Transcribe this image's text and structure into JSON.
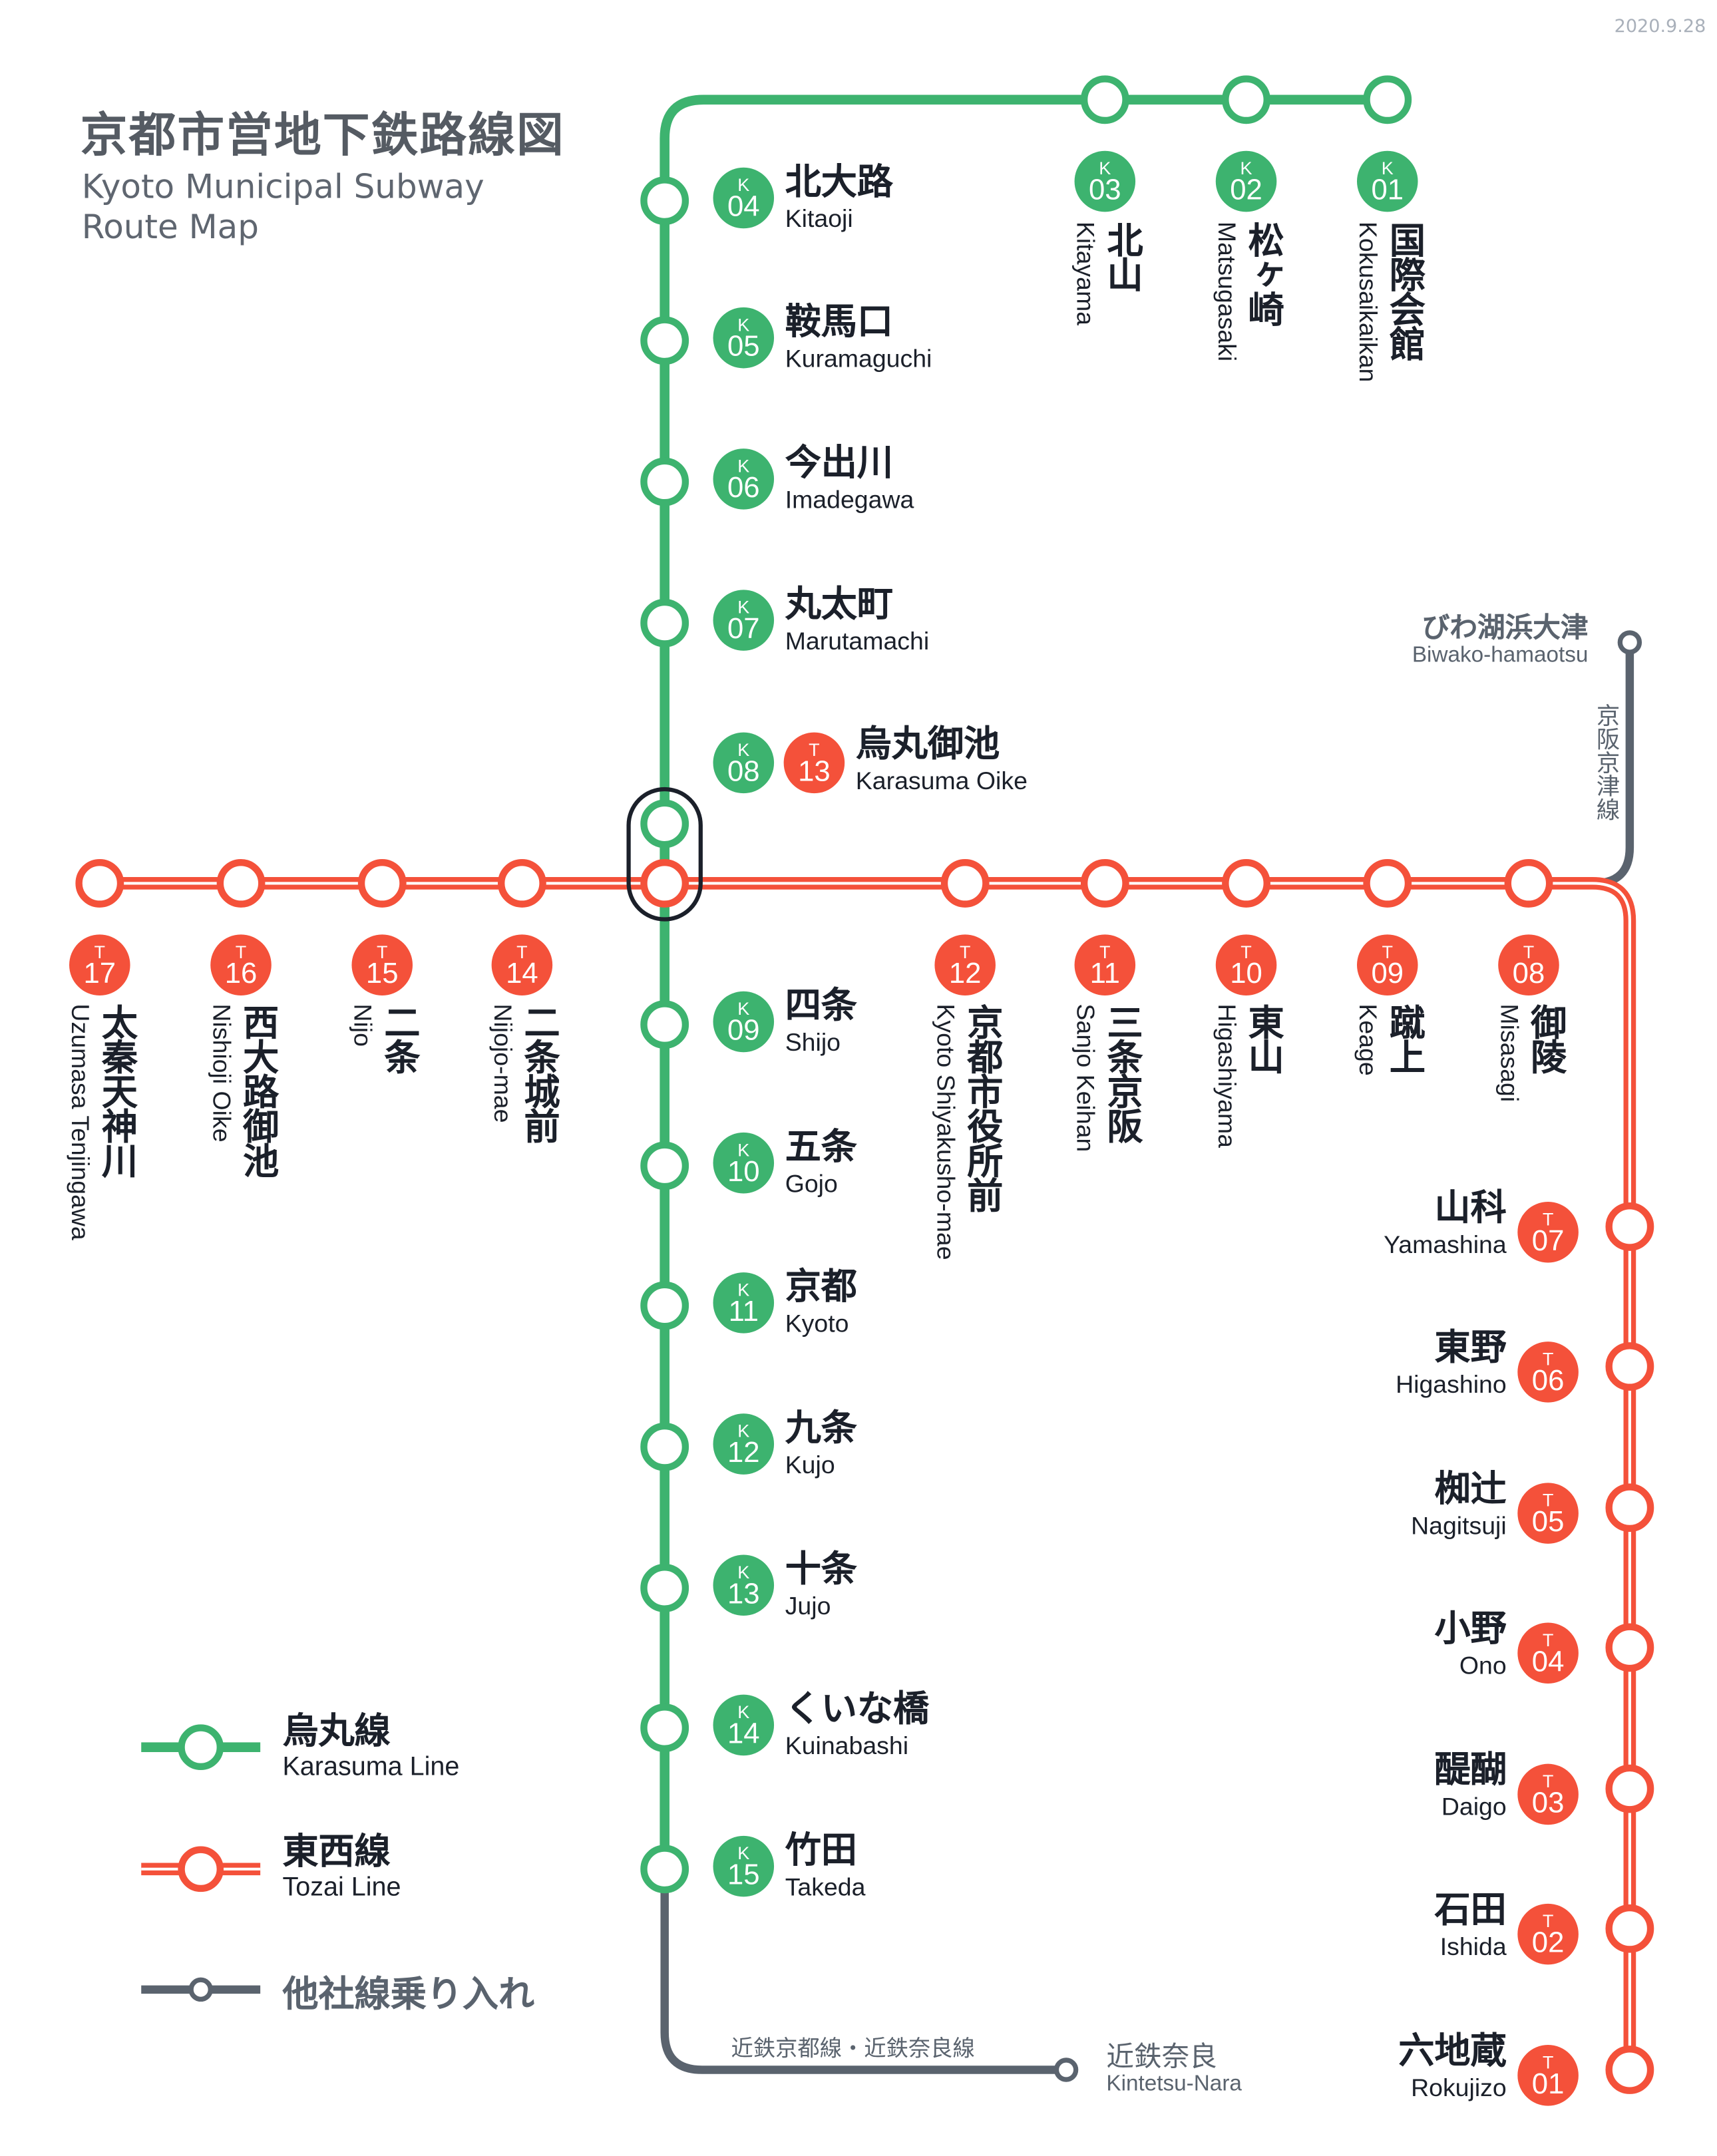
{
  "date": "2020.9.28",
  "title": "京都市営地下鉄路線図",
  "subtitle_line1": "Kyoto Municipal Subway",
  "subtitle_line2": "Route Map",
  "colors": {
    "karasuma": "#3DB36F",
    "tozai": "#F4513A",
    "other": "#5A636E",
    "text": "#1B202A"
  },
  "karasuma_stations": [
    {
      "code": "K",
      "num": "01",
      "ja": "国際会館",
      "en": "Kokusaikaikan"
    },
    {
      "code": "K",
      "num": "02",
      "ja": "松ヶ崎",
      "en": "Matsugasaki"
    },
    {
      "code": "K",
      "num": "03",
      "ja": "北山",
      "en": "Kitayama"
    },
    {
      "code": "K",
      "num": "04",
      "ja": "北大路",
      "en": "Kitaoji"
    },
    {
      "code": "K",
      "num": "05",
      "ja": "鞍馬口",
      "en": "Kuramaguchi"
    },
    {
      "code": "K",
      "num": "06",
      "ja": "今出川",
      "en": "Imadegawa"
    },
    {
      "code": "K",
      "num": "07",
      "ja": "丸太町",
      "en": "Marutamachi"
    },
    {
      "code": "K",
      "num": "08",
      "ja": "烏丸御池",
      "en": "Karasuma Oike"
    },
    {
      "code": "K",
      "num": "09",
      "ja": "四条",
      "en": "Shijo"
    },
    {
      "code": "K",
      "num": "10",
      "ja": "五条",
      "en": "Gojo"
    },
    {
      "code": "K",
      "num": "11",
      "ja": "京都",
      "en": "Kyoto"
    },
    {
      "code": "K",
      "num": "12",
      "ja": "九条",
      "en": "Kujo"
    },
    {
      "code": "K",
      "num": "13",
      "ja": "十条",
      "en": "Jujo"
    },
    {
      "code": "K",
      "num": "14",
      "ja": "くいな橋",
      "en": "Kuinabashi"
    },
    {
      "code": "K",
      "num": "15",
      "ja": "竹田",
      "en": "Takeda"
    }
  ],
  "tozai_stations": [
    {
      "code": "T",
      "num": "01",
      "ja": "六地蔵",
      "en": "Rokujizo"
    },
    {
      "code": "T",
      "num": "02",
      "ja": "石田",
      "en": "Ishida"
    },
    {
      "code": "T",
      "num": "03",
      "ja": "醍醐",
      "en": "Daigo"
    },
    {
      "code": "T",
      "num": "04",
      "ja": "小野",
      "en": "Ono"
    },
    {
      "code": "T",
      "num": "05",
      "ja": "椥辻",
      "en": "Nagitsuji"
    },
    {
      "code": "T",
      "num": "06",
      "ja": "東野",
      "en": "Higashino"
    },
    {
      "code": "T",
      "num": "07",
      "ja": "山科",
      "en": "Yamashina"
    },
    {
      "code": "T",
      "num": "08",
      "ja": "御陵",
      "en": "Misasagi"
    },
    {
      "code": "T",
      "num": "09",
      "ja": "蹴上",
      "en": "Keage"
    },
    {
      "code": "T",
      "num": "10",
      "ja": "東山",
      "en": "Higashiyama"
    },
    {
      "code": "T",
      "num": "11",
      "ja": "三条京阪",
      "en": "Sanjo Keihan"
    },
    {
      "code": "T",
      "num": "12",
      "ja": "京都市役所前",
      "en": "Kyoto Shiyakusho-mae"
    },
    {
      "code": "T",
      "num": "13"
    },
    {
      "code": "T",
      "num": "14",
      "ja": "二条城前",
      "en": "Nijojo-mae"
    },
    {
      "code": "T",
      "num": "15",
      "ja": "二条",
      "en": "Nijo"
    },
    {
      "code": "T",
      "num": "16",
      "ja": "西大路御池",
      "en": "Nishioji Oike"
    },
    {
      "code": "T",
      "num": "17",
      "ja": "太秦天神川",
      "en": "Uzumasa Tenjingawa"
    }
  ],
  "connections": {
    "keihan_station_ja": "びわ湖浜大津",
    "keihan_station_en": "Biwako-hamaotsu",
    "keihan_line": "京阪京津線",
    "kintetsu_line": "近鉄京都線・近鉄奈良線",
    "kintetsu_station_ja": "近鉄奈良",
    "kintetsu_station_en": "Kintetsu-Nara"
  },
  "legend": {
    "karasuma_ja": "烏丸線",
    "karasuma_en": "Karasuma Line",
    "tozai_ja": "東西線",
    "tozai_en": "Tozai Line",
    "other_ja": "他社線乗り入れ"
  }
}
